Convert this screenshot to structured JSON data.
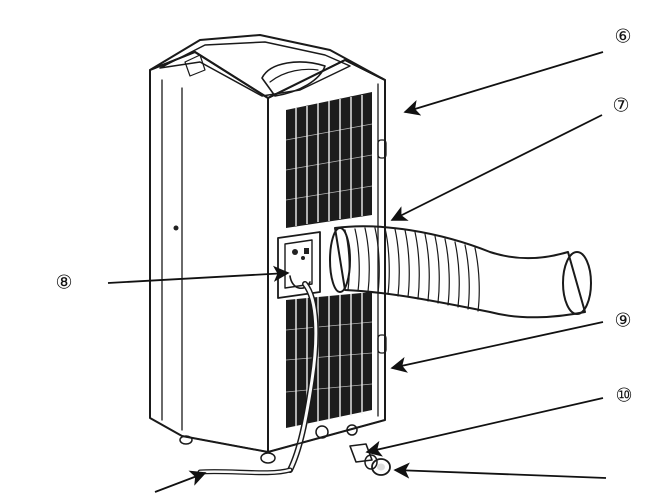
{
  "colors": {
    "ink": "#1a1a1a",
    "unit_fill": "#f4f4f4",
    "grille": "#1c1c1c",
    "hose_fill": "#ececec",
    "background": "#ffffff"
  },
  "callouts": [
    {
      "id": "callout-6",
      "label": "⑥"
    },
    {
      "id": "callout-7",
      "label": "⑦"
    },
    {
      "id": "callout-8",
      "label": "⑧"
    },
    {
      "id": "callout-9",
      "label": "⑨"
    },
    {
      "id": "callout-10",
      "label": "⑩"
    }
  ]
}
